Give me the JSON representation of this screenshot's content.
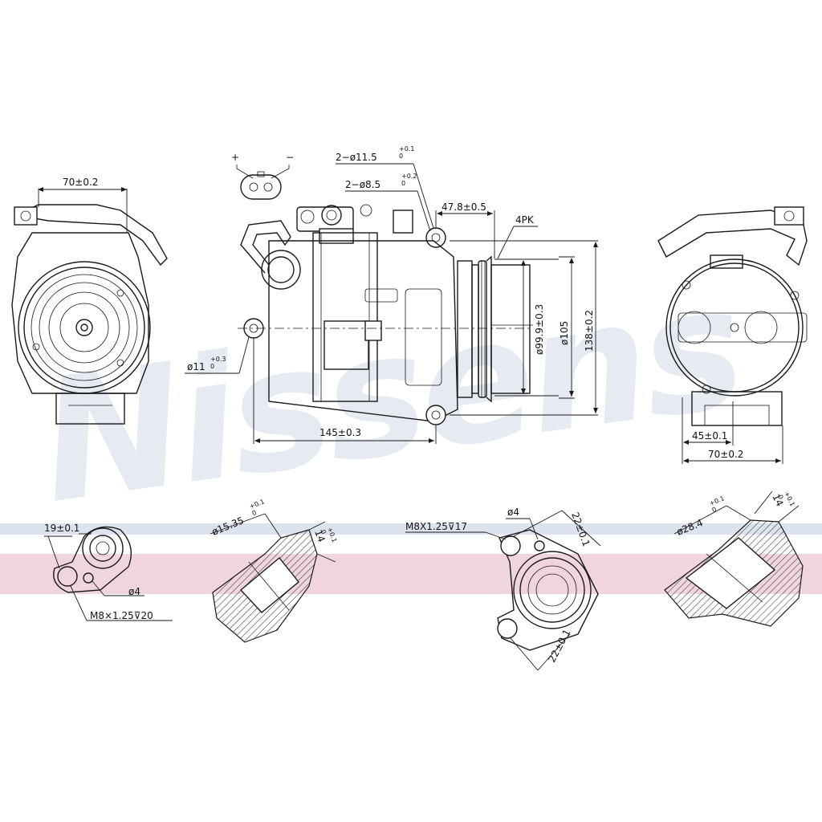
{
  "watermark": {
    "text": "Nissens",
    "color": "#c8d3e3"
  },
  "band": {
    "top_color": "#dde3ee",
    "bottom_color": "#f0d6dc"
  },
  "connector": {
    "plus": "+",
    "minus": "−"
  },
  "front_view": {
    "width_dim": "70±0.2"
  },
  "side_view": {
    "port_hole_main": "2−ø11.5",
    "port_hole_main_tol": "+0.1\n0",
    "port_hole_small": "2−ø8.5",
    "port_hole_small_tol": "+0.2\n0",
    "offset_dim": "47.8±0.5",
    "belt_type": "4PK",
    "mount_hole": "ø11",
    "mount_hole_tol": "+0.3\n0",
    "length_dim": "145±0.3",
    "pulley_dim": "ø99.9±0.3",
    "clutch_dim": "ø105",
    "height_dim": "138±0.2"
  },
  "rear_view": {
    "offset_dim": "45±0.1",
    "width_dim": "70±0.2"
  },
  "details": {
    "port1_spacing": "19±0.1",
    "port1_small_hole": "ø4",
    "port1_thread": "M8×1.25⊽20",
    "section1_bore": "ø15.35",
    "section1_bore_tol": "+0.1\n0",
    "section1_depth": "14",
    "section1_depth_tol": "+0.1\n0",
    "port2_thread": "M8X1.25⊽17",
    "port2_small_hole": "ø4",
    "port2_spacing_top": "22±0.1",
    "port2_spacing_bottom": "22±0.1",
    "section2_bore": "ø28.4",
    "section2_bore_tol": "+0.1\n0",
    "section2_depth": "14",
    "section2_depth_tol": "+0.1\n0"
  }
}
